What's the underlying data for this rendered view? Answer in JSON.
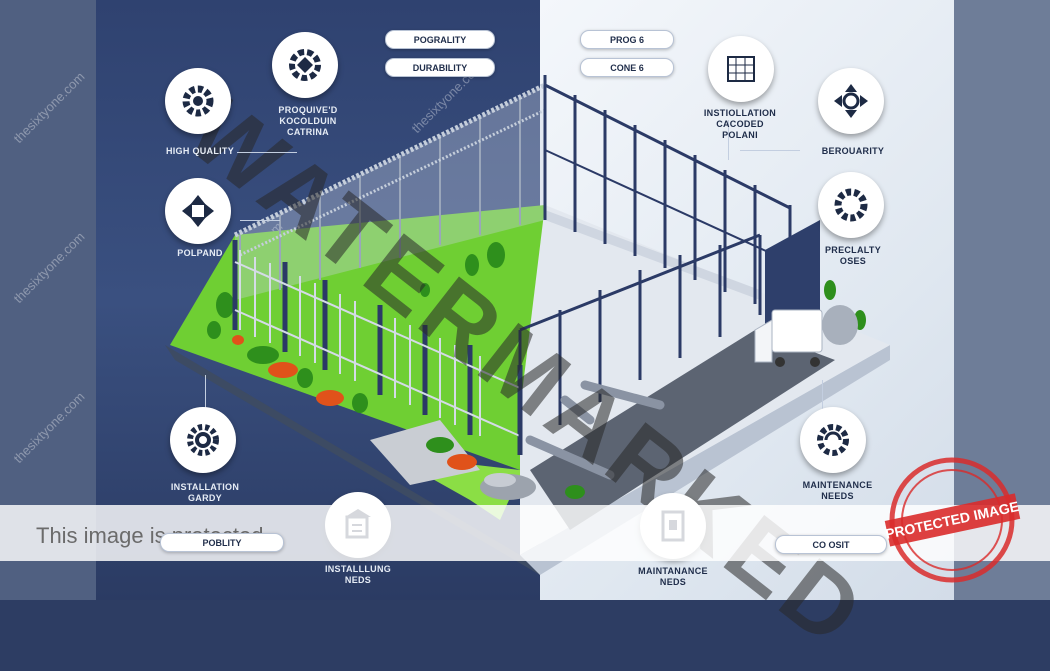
{
  "labels": {
    "high_quality": "HIGH QUALITY",
    "poland": "POLPAND",
    "installation_gary": "INSTALLATION\nGARDY",
    "top_caption": "PROQUIVE'D\nKOCOLDUIN\nCATRINA",
    "installation_cacoed": "INSTIOLLATION\nCACODED\nPOLANI",
    "berouarity": "BEROUARITY",
    "precialty": "PRECLALTY\nOSES",
    "maintenance_right": "MAINTENANCE\nNEEDS",
    "installing_bottom": "INSTALLLUNG\nNEDS",
    "maintanance_bottom": "MAINTANANCE\nNEDS"
  },
  "pills": {
    "pogrality": "POGRALITY",
    "durability": "DURABILITY",
    "prog": "PROG 6",
    "cone": "CONE 6",
    "poblity": "POBLITY",
    "cost": "CO OSIT"
  },
  "icons": [
    "gear-icon",
    "arrows-icon",
    "settings-icon",
    "grid-icon",
    "cycle-icon",
    "cog-icon",
    "maintenance-icon",
    "document-icon",
    "building-icon"
  ],
  "banner": {
    "text": "This image is protected"
  },
  "watermark": {
    "text": "WATERMARKED",
    "site": "thesixtyone.com"
  },
  "stamp": {
    "text": "PROTECTED IMAGE"
  },
  "colors": {
    "left_bg": "#2f4270",
    "right_bg": "#e6edf5",
    "grass": "#7ad63a",
    "fence": "#2b3a66",
    "stamp": "#d92b2b"
  }
}
